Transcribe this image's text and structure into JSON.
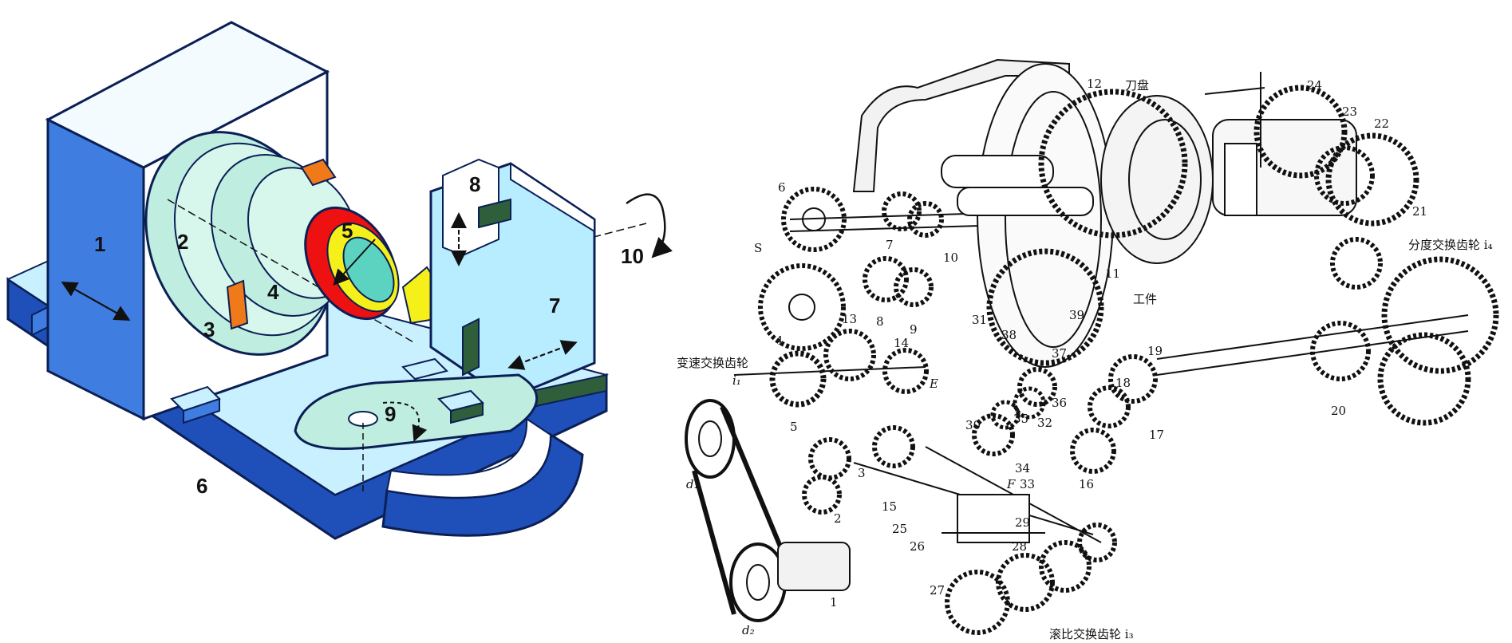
{
  "left_diagram": {
    "labels": [
      "1",
      "2",
      "3",
      "4",
      "5",
      "6",
      "7",
      "8",
      "9",
      "10"
    ],
    "colors": {
      "column_front": "#3f7de0",
      "column_side": "#ffffff",
      "base": "#1f4fb8",
      "disc": "#bfeee0",
      "red_ring": "#ee1111",
      "yellow_cutter": "#f5f01a",
      "orange_block": "#f07a1a",
      "slide_face": "#b8ecff",
      "dark_green": "#2f5f3a"
    }
  },
  "right_diagram": {
    "numbers": [
      "1",
      "2",
      "3",
      "4",
      "5",
      "6",
      "7",
      "8",
      "9",
      "10",
      "11",
      "12",
      "13",
      "14",
      "15",
      "16",
      "17",
      "18",
      "19",
      "20",
      "21",
      "22",
      "23",
      "24",
      "25",
      "26",
      "27",
      "28",
      "29",
      "30",
      "31",
      "32",
      "33",
      "34",
      "35",
      "36",
      "37",
      "38",
      "39"
    ],
    "text_labels": {
      "speed_gear": "变速交换齿轮",
      "ratio_gear": "滚比交换齿轮 i₃",
      "index_gear": "分度交换齿轮 i₄",
      "cutter_head": "刀盘",
      "workpiece": "工件"
    },
    "letters": {
      "s": "S",
      "e": "E",
      "f": "F",
      "i1": "i₁",
      "d1": "d₁",
      "d2": "d₂"
    }
  }
}
